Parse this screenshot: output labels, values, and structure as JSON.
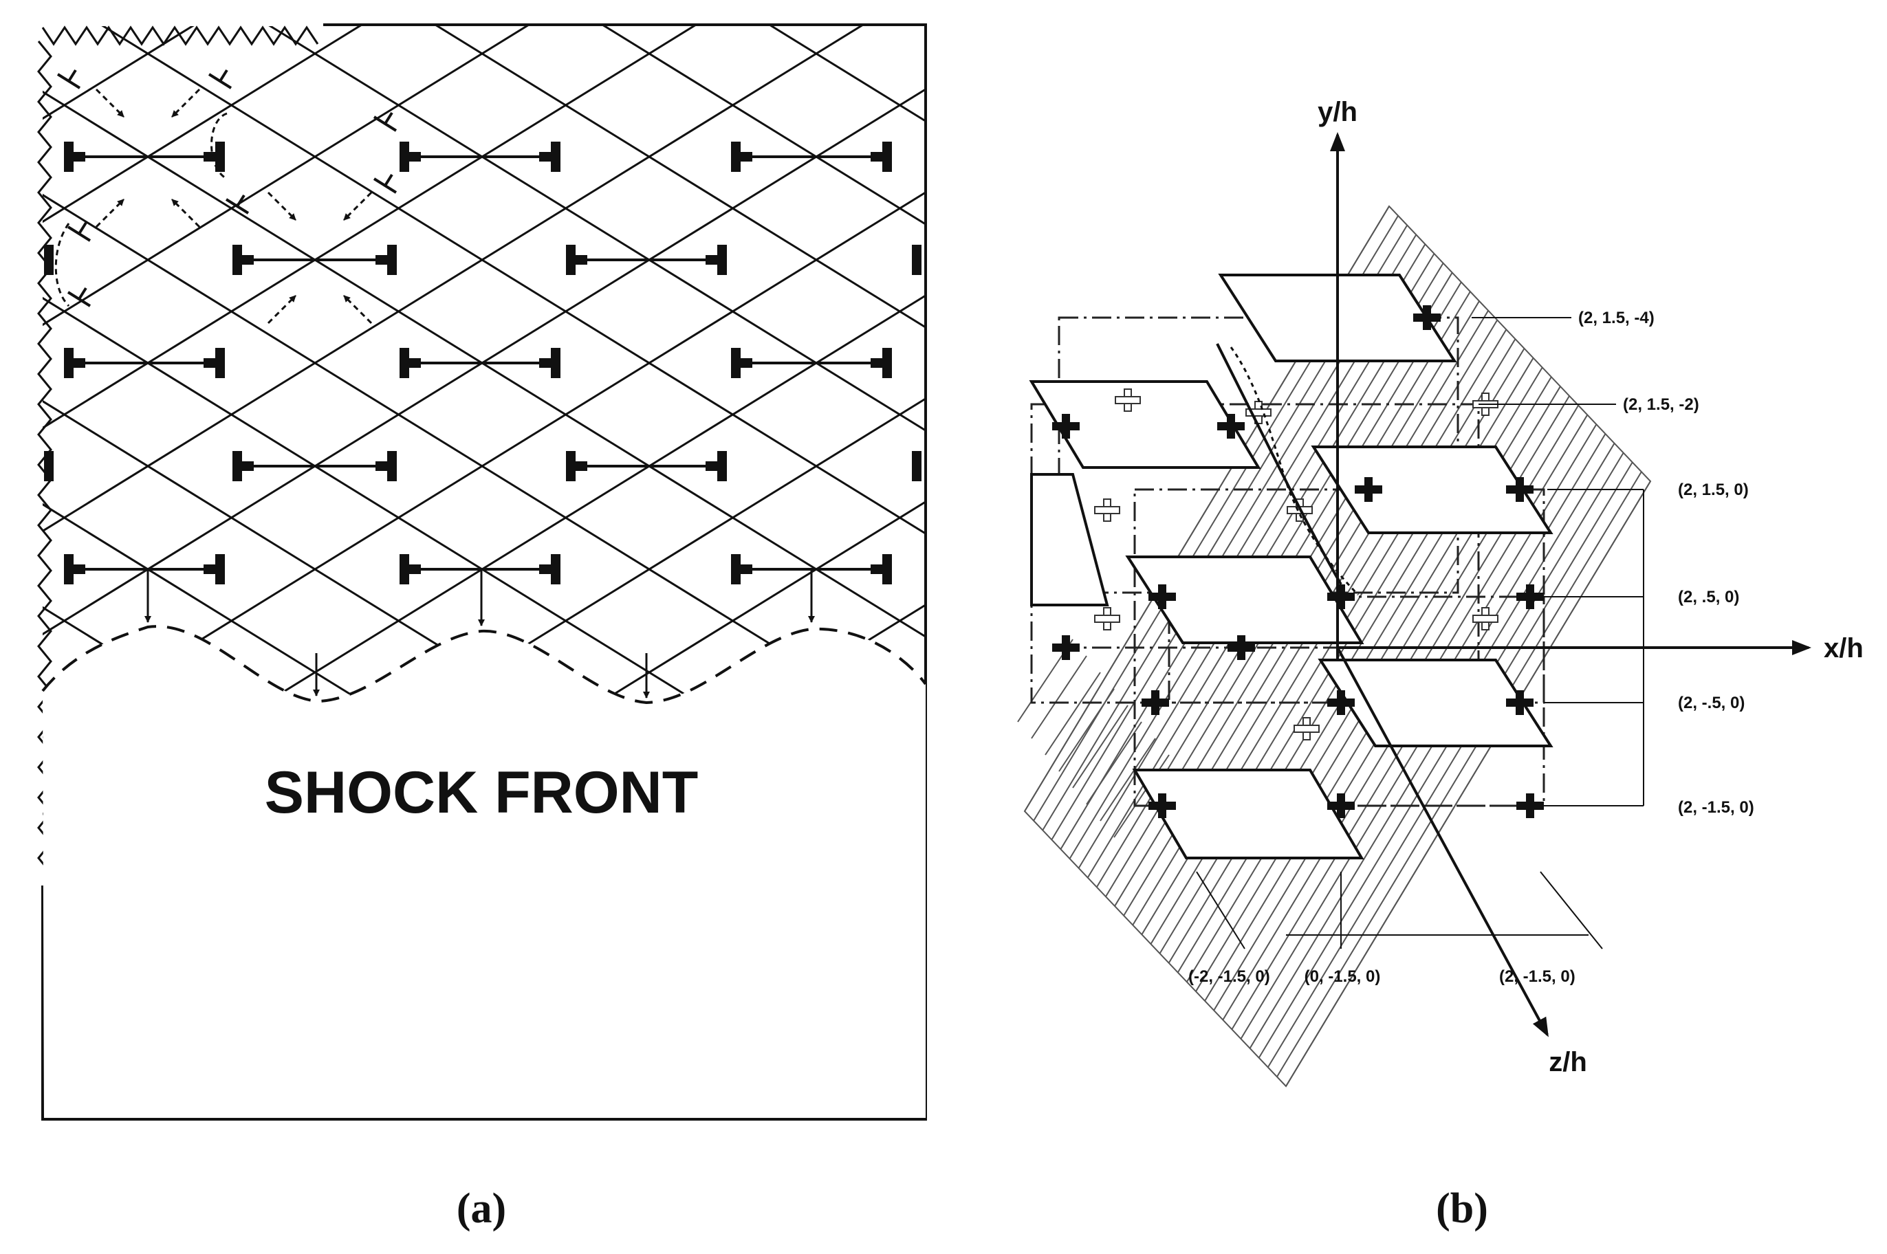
{
  "panel_a": {
    "caption": "(a)",
    "shock_front_label": "SHOCK FRONT"
  },
  "panel_b": {
    "caption": "(b)",
    "axes": {
      "x": "x/h",
      "y": "y/h",
      "z": "z/h"
    },
    "coordinate_labels": [
      "(2, 1.5, -4)",
      "(2, 1.5, -2)",
      "(2, 1.5, 0)",
      "(2, .5, 0)",
      "(2, -.5, 0)",
      "(2, -1.5, 0)",
      "(-2, -1.5, 0)",
      "(0, -1.5, 0)",
      "(2, -1.5, 0)"
    ]
  },
  "colors": {
    "ink": "#111111",
    "paper": "#ffffff",
    "hatch": "#444444"
  }
}
